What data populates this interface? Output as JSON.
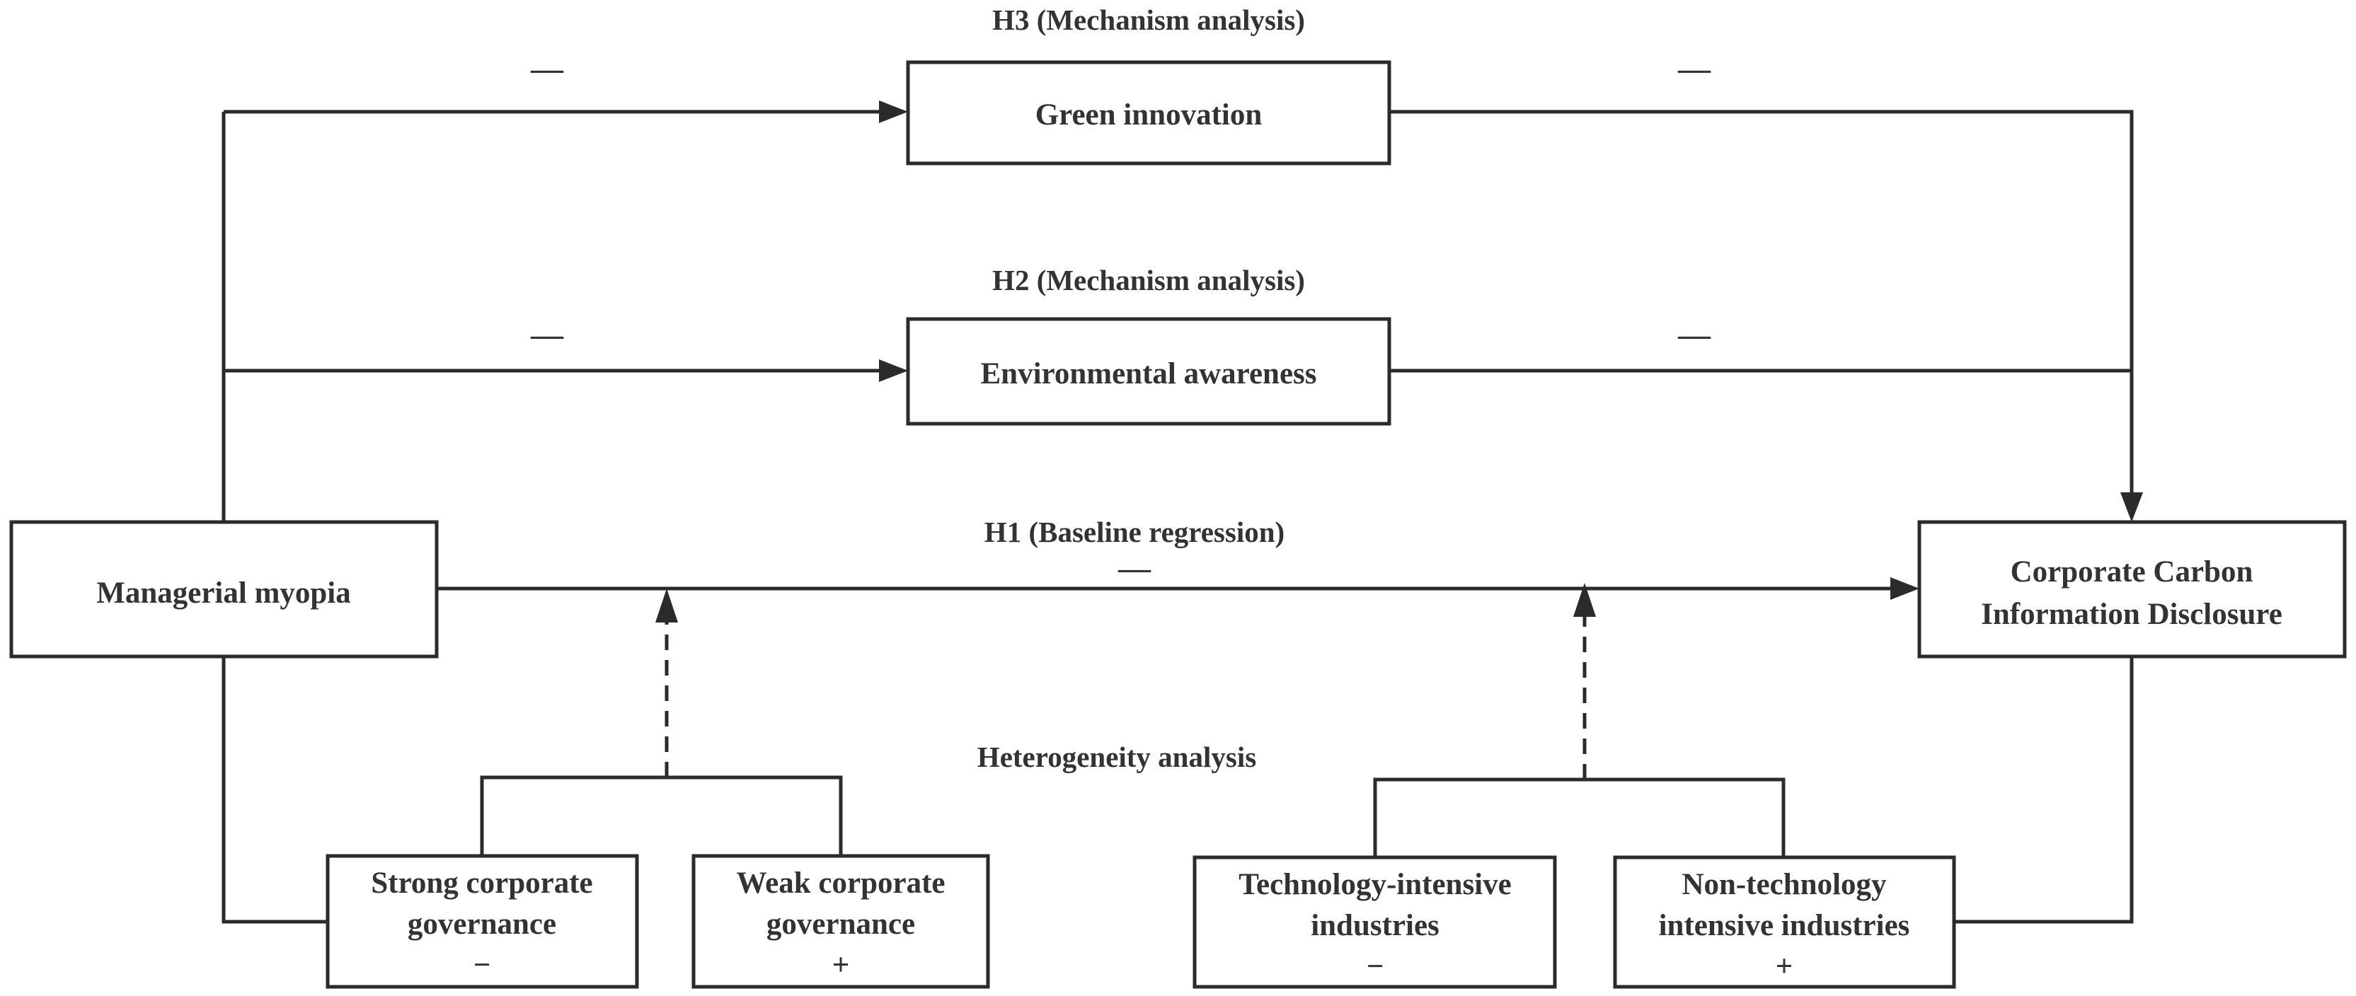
{
  "headings": {
    "h3": "H3 (Mechanism analysis)",
    "h2": "H2 (Mechanism analysis)",
    "h1": "H1 (Baseline regression)",
    "heterogeneity": "Heterogeneity analysis"
  },
  "nodes": {
    "managerial_myopia": "Managerial myopia",
    "green_innovation": "Green innovation",
    "environmental_awareness": "Environmental awareness",
    "cid_line1": "Corporate Carbon",
    "cid_line2": "Information Disclosure",
    "strong_line1": "Strong corporate",
    "strong_line2": "governance",
    "strong_sign": "−",
    "weak_line1": "Weak corporate",
    "weak_line2": "governance",
    "weak_sign": "+",
    "tech_line1": "Technology-intensive",
    "tech_line2": "industries",
    "tech_sign": "−",
    "nontech_line1": "Non-technology",
    "nontech_line2": "intensive industries",
    "nontech_sign": "+"
  },
  "path_signs": {
    "h3_left": "—",
    "h3_right": "—",
    "h2_left": "—",
    "h2_right": "—",
    "h1": "—"
  },
  "colors": {
    "stroke": "#2b2b2b",
    "text": "#333333",
    "background": "#ffffff"
  }
}
